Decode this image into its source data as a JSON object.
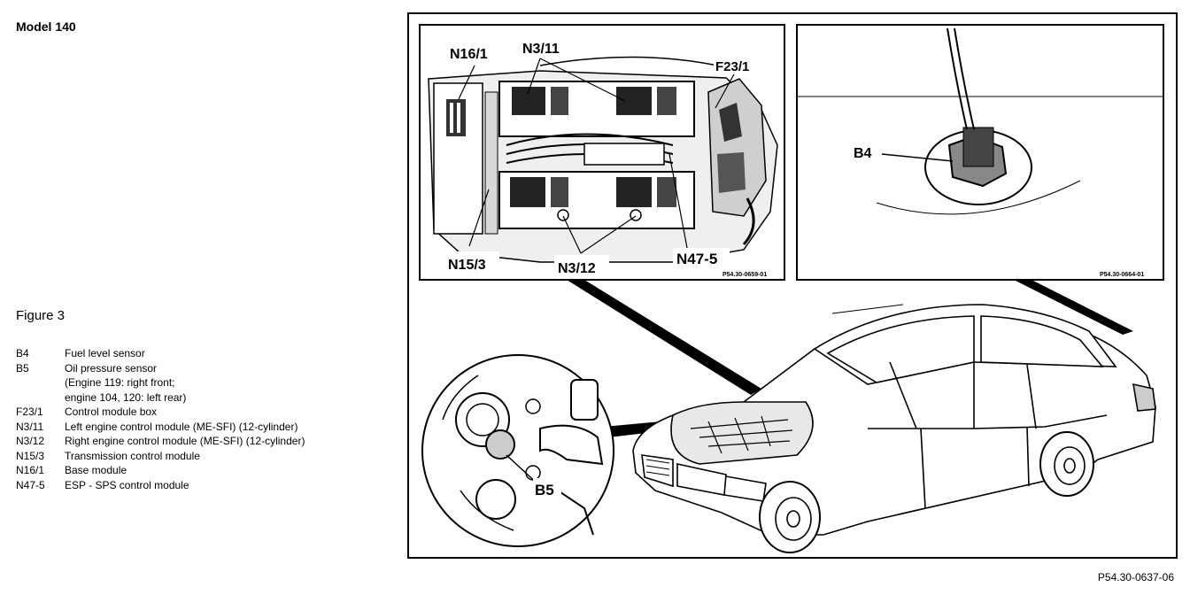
{
  "header": {
    "model_title": "Model 140"
  },
  "figure": {
    "title": "Figure 3"
  },
  "legend": [
    {
      "code": "B4",
      "lines": [
        "Fuel level sensor"
      ]
    },
    {
      "code": "B5",
      "lines": [
        "Oil pressure sensor",
        "(Engine 119:  right front;",
        "engine 104, 120:  left rear)"
      ]
    },
    {
      "code": "F23/1",
      "lines": [
        "Control module box"
      ]
    },
    {
      "code": "N3/11",
      "lines": [
        "Left engine control module (ME-SFI) (12-cylinder)"
      ]
    },
    {
      "code": "N3/12",
      "lines": [
        "Right engine control module (ME-SFI) (12-cylinder)"
      ]
    },
    {
      "code": "N15/3",
      "lines": [
        "Transmission control module"
      ]
    },
    {
      "code": "N16/1",
      "lines": [
        "Base module"
      ]
    },
    {
      "code": "N47-5",
      "lines": [
        "ESP - SPS control module"
      ]
    }
  ],
  "callouts": {
    "n16_1": "N16/1",
    "n3_11": "N3/11",
    "f23_1": "F23/1",
    "n15_3": "N15/3",
    "n3_12": "N3/12",
    "n47_5": "N47-5",
    "b4": "B4",
    "b5": "B5"
  },
  "refs": {
    "control_box_ref": "P54.30-0659-01",
    "fuel_sensor_ref": "P54.30-0664-01",
    "figure_ref": "P54.30-0637-06"
  }
}
